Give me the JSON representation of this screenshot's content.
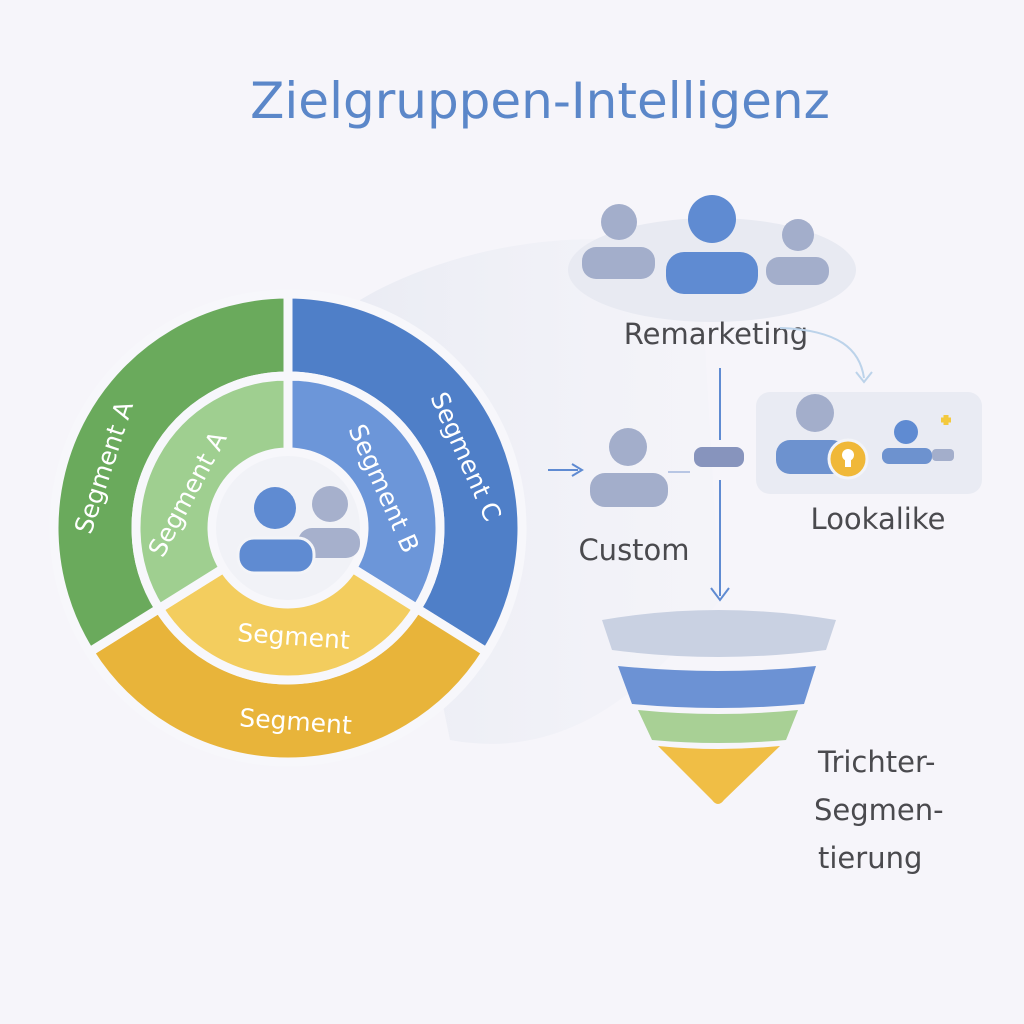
{
  "title": "Zielgruppen-Intelligenz",
  "donut": {
    "outer": {
      "green": "Segment A",
      "blue": "Segment C",
      "yellow": "Segment"
    },
    "inner": {
      "green": "Segment A",
      "blue": "Segment B",
      "yellow": "Segment"
    }
  },
  "nodes": {
    "remarketing": "Remarketing",
    "custom": "Custom",
    "lookalike": "Lookalike",
    "funnel": [
      "Trichter-",
      "Segmen-",
      "tierung"
    ]
  },
  "colors": {
    "title": "#5b87c9",
    "green_outer": "#6aaa5c",
    "green_inner": "#9fcf90",
    "blue_outer": "#4f7fc8",
    "blue_inner": "#6c96d9",
    "yellow_outer": "#e8b43a",
    "yellow_inner": "#f3cd5e",
    "gray_person": "#9eaacb"
  }
}
